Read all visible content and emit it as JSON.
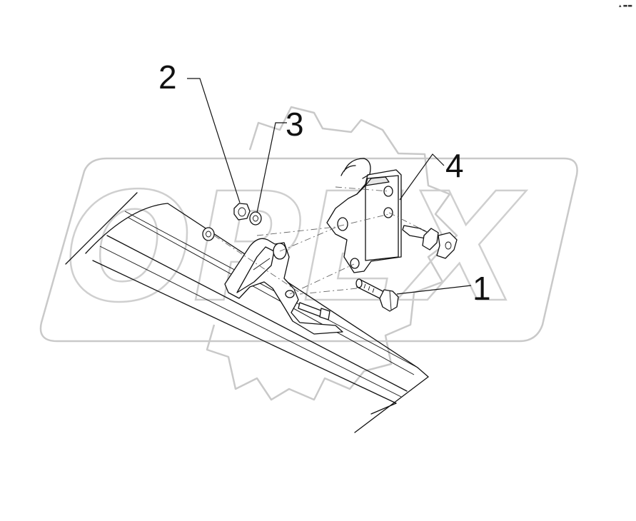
{
  "diagram": {
    "callouts": [
      {
        "id": "1",
        "label": "1"
      },
      {
        "id": "2",
        "label": "2"
      },
      {
        "id": "3",
        "label": "3"
      },
      {
        "id": "4",
        "label": "4"
      }
    ],
    "watermark_text": "OPEX",
    "corner_mark": "▴ ▬▬"
  },
  "colors": {
    "line": "#111111",
    "watermark": "#c9c9c9",
    "background": "#ffffff"
  }
}
